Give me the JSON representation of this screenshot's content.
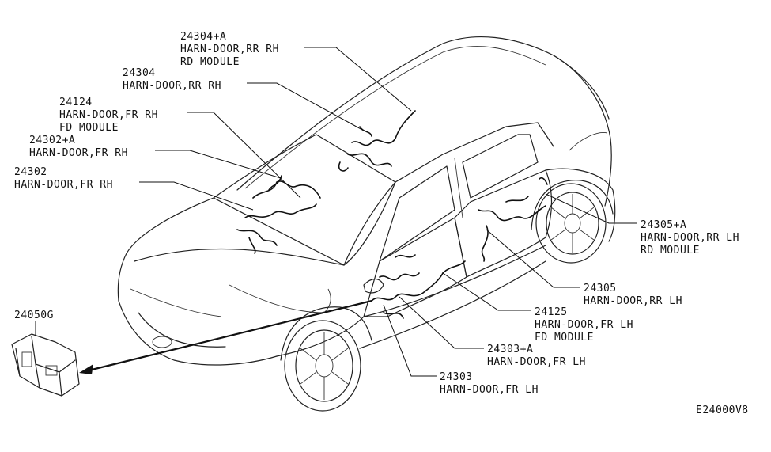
{
  "diagram": {
    "code": "E24000V8",
    "parts": [
      {
        "number": "24304+A",
        "lines": [
          "HARN-DOOR,RR RH",
          "RD MODULE"
        ]
      },
      {
        "number": "24304",
        "lines": [
          "HARN-DOOR,RR RH"
        ]
      },
      {
        "number": "24124",
        "lines": [
          "HARN-DOOR,FR RH",
          "FD MODULE"
        ]
      },
      {
        "number": "24302+A",
        "lines": [
          "HARN-DOOR,FR RH"
        ]
      },
      {
        "number": "24302",
        "lines": [
          "HARN-DOOR,FR RH"
        ]
      },
      {
        "number": "24305+A",
        "lines": [
          "HARN-DOOR,RR LH",
          "RD MODULE"
        ]
      },
      {
        "number": "24305",
        "lines": [
          "HARN-DOOR,RR LH"
        ]
      },
      {
        "number": "24125",
        "lines": [
          "HARN-DOOR,FR LH",
          "FD MODULE"
        ]
      },
      {
        "number": "24303+A",
        "lines": [
          "HARN-DOOR,FR LH"
        ]
      },
      {
        "number": "24303",
        "lines": [
          "HARN-DOOR,FR LH"
        ]
      },
      {
        "number": "24050G",
        "lines": []
      }
    ]
  }
}
